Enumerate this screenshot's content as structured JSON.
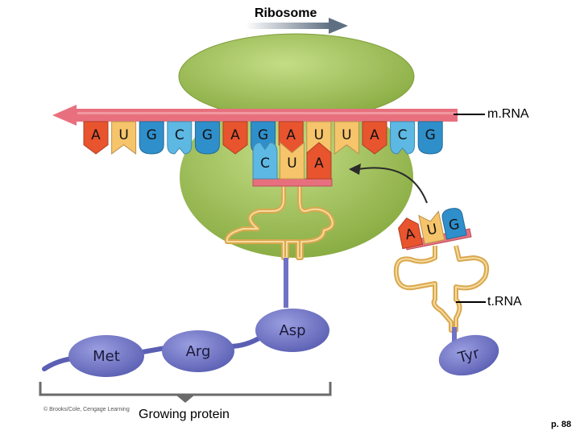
{
  "labels": {
    "ribosome": "Ribosome",
    "mrna": "m.RNA",
    "trna": "t.RNA",
    "growing_protein": "Growing protein",
    "page": "p. 88",
    "credit": "© Brooks/Cole, Cengage Learning"
  },
  "mrna_codons": [
    "A",
    "U",
    "G",
    "C",
    "G",
    "A",
    "G",
    "A",
    "U",
    "U",
    "A",
    "C",
    "G"
  ],
  "anticodon_bound": [
    "C",
    "U",
    "A"
  ],
  "anticodon_incoming": [
    "A",
    "U",
    "G"
  ],
  "amino_acids": {
    "met": "Met",
    "arg": "Arg",
    "asp": "Asp",
    "tyr": "Tyr"
  },
  "colors": {
    "A": "#e8542e",
    "U": "#f6c46a",
    "G": "#2f8fcb",
    "C": "#5db8e3",
    "ribosome": "#a8c65a",
    "mrna_strand": "#e8707e",
    "trna_body": "#d9a84e",
    "amino_acid": "#6f72c4"
  }
}
